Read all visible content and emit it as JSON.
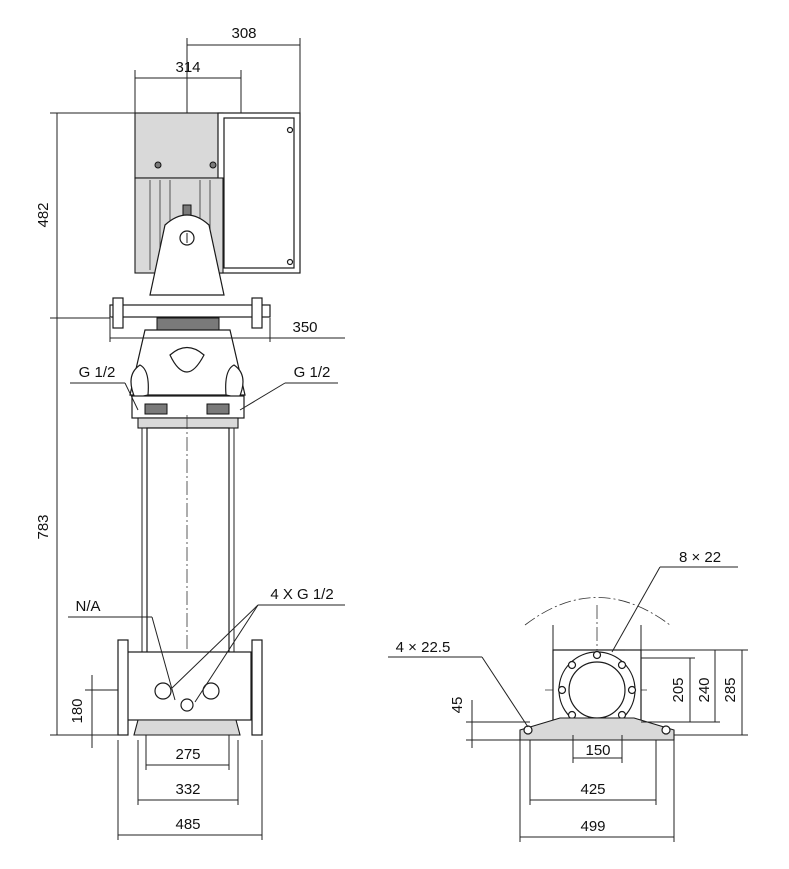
{
  "dimensions": {
    "d308": "308",
    "d314": "314",
    "d482": "482",
    "d350": "350",
    "d783": "783",
    "d180": "180",
    "d275": "275",
    "d332": "332",
    "d485": "485",
    "d8x22": "8 × 22",
    "d4x225": "4 × 22.5",
    "d45": "45",
    "d205": "205",
    "d240": "240",
    "d285": "285",
    "d150": "150",
    "d425": "425",
    "d499": "499"
  },
  "labels": {
    "g12_left": "G 1/2",
    "g12_right": "G 1/2",
    "na": "N/A",
    "g12_4x": "4 X G 1/2"
  }
}
